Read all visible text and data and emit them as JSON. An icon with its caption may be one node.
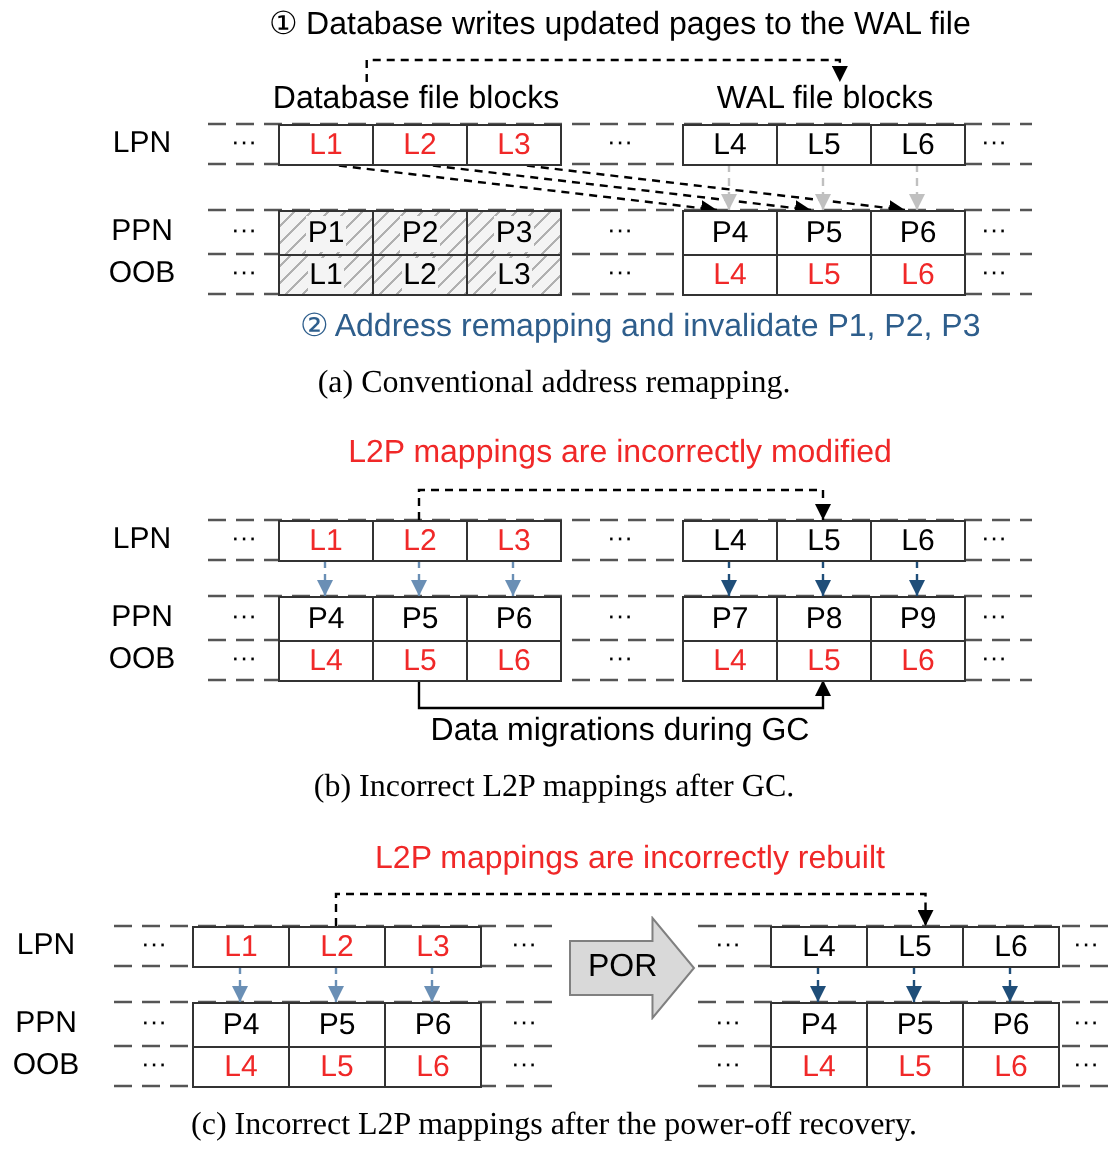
{
  "diagram": {
    "nodes": [
      {
        "text": [
          "Database file blocks"
        ]
      },
      {
        "text": [
          "WAL file blocks"
        ]
      },
      {
        "text": [
          "L1"
        ]
      },
      {
        "text": [
          "L2"
        ]
      },
      {
        "text": [
          "L3"
        ]
      },
      {
        "text": [
          "L4"
        ]
      },
      {
        "text": [
          "L5"
        ]
      },
      {
        "text": [
          "L6"
        ]
      },
      {
        "text": [
          "P1"
        ]
      },
      {
        "text": [
          "P2"
        ]
      },
      {
        "text": [
          "P3"
        ]
      },
      {
        "text": [
          "P4"
        ]
      },
      {
        "text": [
          "P5"
        ]
      },
      {
        "text": [
          "P6"
        ]
      },
      {
        "text": [
          "L1"
        ]
      },
      {
        "text": [
          "L2"
        ]
      },
      {
        "text": [
          "L3"
        ]
      },
      {
        "text": [
          "L4"
        ]
      },
      {
        "text": [
          "L5"
        ]
      },
      {
        "text": [
          "L6"
        ]
      },
      {
        "text": [
          "L1"
        ]
      },
      {
        "text": [
          "L2"
        ]
      },
      {
        "text": [
          "L3"
        ]
      },
      {
        "text": [
          "L4"
        ]
      },
      {
        "text": [
          "L5"
        ]
      },
      {
        "text": [
          "L6"
        ]
      },
      {
        "text": [
          "P4"
        ]
      },
      {
        "text": [
          "P5"
        ]
      },
      {
        "text": [
          "P6"
        ]
      },
      {
        "text": [
          "P7"
        ]
      },
      {
        "text": [
          "P8"
        ]
      },
      {
        "text": [
          "P9"
        ]
      },
      {
        "text": [
          "L4"
        ]
      },
      {
        "text": [
          "L5"
        ]
      },
      {
        "text": [
          "L6"
        ]
      },
      {
        "text": [
          "L4"
        ]
      },
      {
        "text": [
          "L5"
        ]
      },
      {
        "text": [
          "L6"
        ]
      },
      {
        "text": [
          "L1"
        ]
      },
      {
        "text": [
          "L2"
        ]
      },
      {
        "text": [
          "L3"
        ]
      },
      {
        "text": [
          "POR"
        ]
      },
      {
        "text": [
          "L4"
        ]
      },
      {
        "text": [
          "L5"
        ]
      },
      {
        "text": [
          "L6"
        ]
      },
      {
        "text": [
          "P4"
        ]
      },
      {
        "text": [
          "P5"
        ]
      },
      {
        "text": [
          "P6"
        ]
      },
      {
        "text": [
          "P4"
        ]
      },
      {
        "text": [
          "P5"
        ]
      },
      {
        "text": [
          "P6"
        ]
      },
      {
        "text": [
          "L4"
        ]
      },
      {
        "text": [
          "L5"
        ]
      },
      {
        "text": [
          "L6"
        ]
      },
      {
        "text": [
          "L4"
        ]
      },
      {
        "text": [
          "L5"
        ]
      },
      {
        "text": [
          "L6"
        ]
      }
    ],
    "edges": [
      {
        "from": 0,
        "to": 1,
        "arrow": "to",
        "style": "dashed"
      },
      {
        "from": 2,
        "to": 11,
        "arrow": "to",
        "style": "dashed"
      },
      {
        "from": 3,
        "to": 12,
        "arrow": "to",
        "style": "dashed"
      },
      {
        "from": 4,
        "to": 13,
        "arrow": "to",
        "style": "dashed"
      },
      {
        "from": 5,
        "to": 11,
        "arrow": "to",
        "style": "dashed",
        "color": "#c0c0c0"
      },
      {
        "from": 6,
        "to": 12,
        "arrow": "to",
        "style": "dashed",
        "color": "#c0c0c0"
      },
      {
        "from": 7,
        "to": 13,
        "arrow": "to",
        "style": "dashed",
        "color": "#c0c0c0"
      },
      {
        "from": 21,
        "to": 24,
        "arrow": "to",
        "style": "dashed"
      },
      {
        "from": 20,
        "to": 26,
        "arrow": "to",
        "style": "dashed",
        "color": "#6a8fb5"
      },
      {
        "from": 21,
        "to": 27,
        "arrow": "to",
        "style": "dashed",
        "color": "#6a8fb5"
      },
      {
        "from": 22,
        "to": 28,
        "arrow": "to",
        "style": "dashed",
        "color": "#6a8fb5"
      },
      {
        "from": 23,
        "to": 29,
        "arrow": "to",
        "style": "dashed",
        "color": "#1f4e79"
      },
      {
        "from": 24,
        "to": 30,
        "arrow": "to",
        "style": "dashed",
        "color": "#1f4e79"
      },
      {
        "from": 25,
        "to": 31,
        "arrow": "to",
        "style": "dashed",
        "color": "#1f4e79"
      },
      {
        "from": 33,
        "to": 36,
        "arrow": "to",
        "label": "Data migrations during GC"
      },
      {
        "from": 39,
        "to": 43,
        "arrow": "to",
        "style": "dashed"
      },
      {
        "from": 38,
        "to": 45,
        "arrow": "to",
        "style": "dashed",
        "color": "#6a8fb5"
      },
      {
        "from": 39,
        "to": 46,
        "arrow": "to",
        "style": "dashed",
        "color": "#6a8fb5"
      },
      {
        "from": 40,
        "to": 47,
        "arrow": "to",
        "style": "dashed",
        "color": "#6a8fb5"
      },
      {
        "from": 42,
        "to": 48,
        "arrow": "to",
        "style": "dashed",
        "color": "#1f4e79"
      },
      {
        "from": 43,
        "to": 49,
        "arrow": "to",
        "style": "dashed",
        "color": "#1f4e79"
      },
      {
        "from": 44,
        "to": 50,
        "arrow": "to",
        "style": "dashed",
        "color": "#1f4e79"
      }
    ],
    "labels": [
      "① Database writes updated pages to the WAL file",
      "LPN",
      "···",
      "···",
      "···",
      "PPN",
      "···",
      "···",
      "···",
      "OOB",
      "···",
      "···",
      "···",
      "② Address remapping and invalidate P1, P2, P3",
      "(a) Conventional address remapping.",
      "L2P mappings are incorrectly modified",
      "LPN",
      "···",
      "···",
      "···",
      "PPN",
      "···",
      "···",
      "···",
      "OOB",
      "···",
      "···",
      "···",
      "(b) Incorrect L2P mappings after GC.",
      "L2P mappings are incorrectly rebuilt",
      "LPN",
      "···",
      "···",
      "···",
      "···",
      "PPN",
      "···",
      "···",
      "···",
      "···",
      "OOB",
      "···",
      "···",
      "···",
      "···",
      "(c) Incorrect L2P mappings after the power-off recovery."
    ]
  }
}
